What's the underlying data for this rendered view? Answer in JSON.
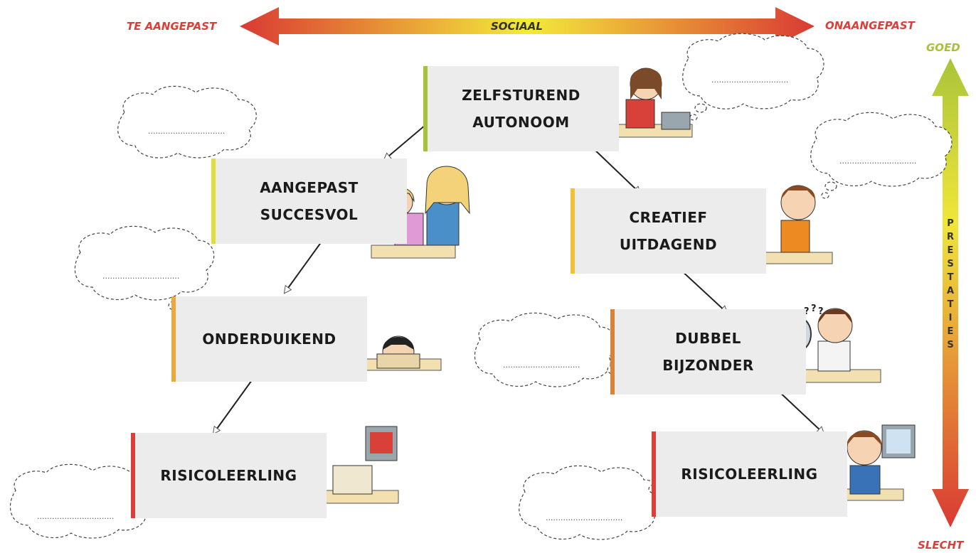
{
  "social_axis": {
    "label": "SOCIAAL",
    "left": "TE AANGEPAST",
    "right": "ONAANGEPAST"
  },
  "performance_axis": {
    "label": "PRESTATIES",
    "top": "GOED",
    "bottom": "SLECHT"
  },
  "profiles": {
    "self_directed": {
      "line1": "ZELFSTUREND",
      "line2": "AUTONOOM",
      "color": "#a6c23a"
    },
    "adjusted": {
      "line1": "AANGEPAST",
      "line2": "SUCCESVOL",
      "color": "#e2dc3c"
    },
    "creative": {
      "line1": "CREATIEF",
      "line2": "UITDAGEND",
      "color": "#efc23a"
    },
    "submerging": {
      "line1": "ONDERDUIKEND",
      "color": "#eaa93a"
    },
    "double_exceptional": {
      "line1": "DUBBEL",
      "line2": "BIJZONDER",
      "color": "#d9823a"
    },
    "risk_left": {
      "line1": "RISICOLEERLING",
      "color": "#d9403a"
    },
    "risk_right": {
      "line1": "RISICOLEERLING",
      "color": "#d9403a"
    }
  },
  "cloud_placeholder": "...............................",
  "colors": {
    "red": "#d9403a",
    "yellow": "#f2ea3a",
    "green": "#a6c23a"
  }
}
